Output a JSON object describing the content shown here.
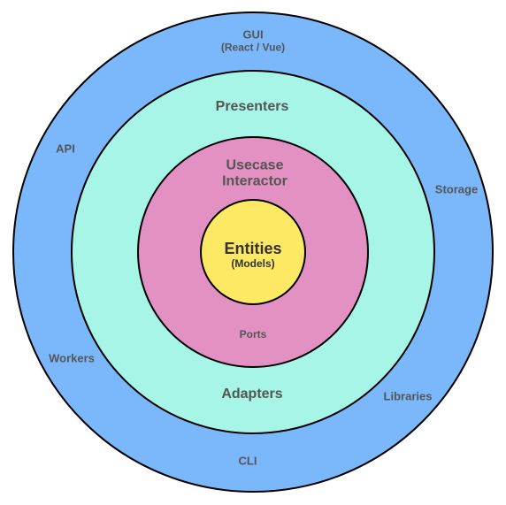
{
  "colors": {
    "outer_ring": "#7ab8fb",
    "middle_ring": "#a6f5e6",
    "inner_ring": "#e291c2",
    "core": "#fde963",
    "stroke": "#000000"
  },
  "outer_ring": {
    "gui_title": "GUI",
    "gui_subtitle": "(React / Vue)",
    "api": "API",
    "storage": "Storage",
    "workers": "Workers",
    "libraries": "Libraries",
    "cli": "CLI"
  },
  "middle_ring": {
    "presenters": "Presenters",
    "adapters": "Adapters"
  },
  "inner_ring": {
    "usecase_line1": "Usecase",
    "usecase_line2": "Interactor",
    "ports": "Ports"
  },
  "core": {
    "title": "Entities",
    "subtitle": "(Models)"
  }
}
